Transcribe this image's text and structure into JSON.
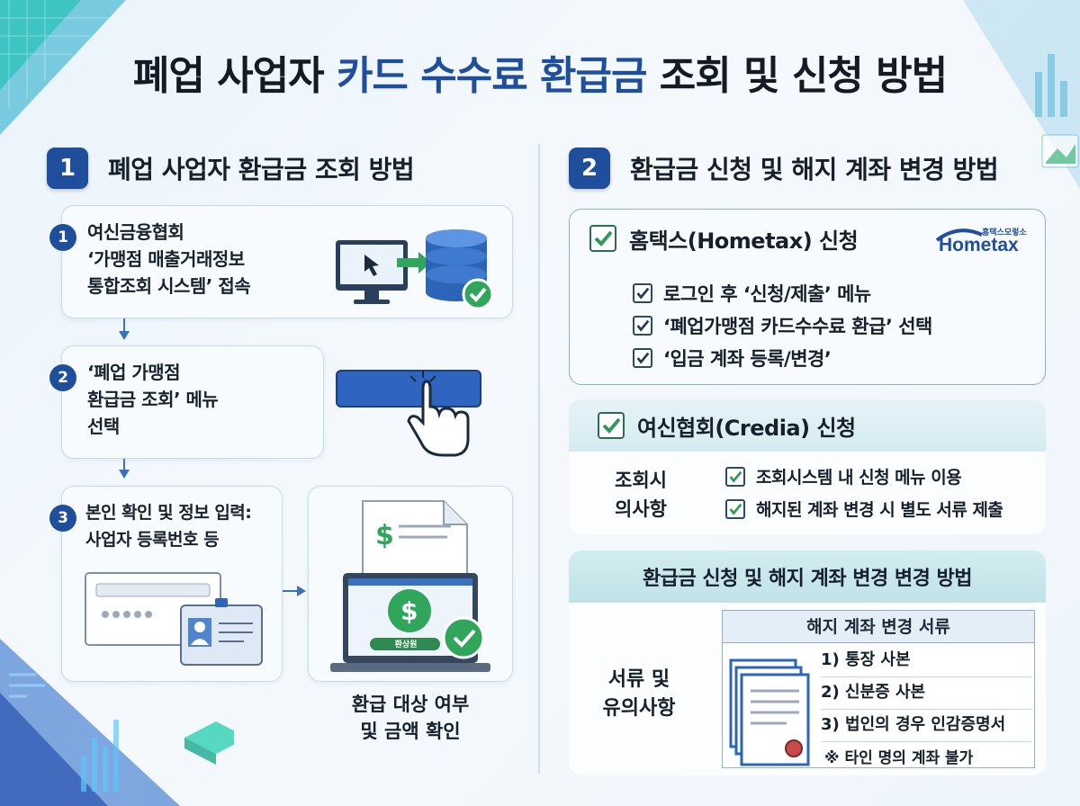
{
  "title": {
    "part1": "폐업 사업자 ",
    "highlight": "카드 수수료 환급금",
    "part2": " 조회 및 신청 방법"
  },
  "colors": {
    "primary": "#1f4f9c",
    "accent_green": "#2f9a5a",
    "teal_head": "#d5ebf1"
  },
  "left": {
    "number": "1",
    "heading": "폐업 사업자 환급금 조회 방법",
    "steps": [
      {
        "number": "1",
        "text": "여신금융협회\n‘가맹점 매출거래정보\n통합조회 시스템’ 접속",
        "icon": "database-check-icon"
      },
      {
        "number": "2",
        "text": "‘폐업 가맹점\n환급금 조회’ 메뉴\n선택",
        "icon": "click-hand-icon"
      },
      {
        "number": "3",
        "text": "본인 확인 및 정보 입력:\n사업자 등록번호 등",
        "icon": "id-card-icon"
      }
    ],
    "laptop_button": "환상원",
    "result_caption": "환급 대상 여부\n및 금액 확인"
  },
  "right": {
    "number": "2",
    "heading": "환급금 신청 및 해지 계좌 변경 방법",
    "hometax": {
      "title": "홈택스(Hometax) 신청",
      "logo_small": "홈택스모렇소",
      "logo_text": "Hometax",
      "items": [
        "로그인 후 ‘신청/제출’ 메뉴",
        "‘폐업가맹점 카드수수료 환급’ 선택",
        "‘입금 계좌 등록/변경’"
      ]
    },
    "credia": {
      "title": "여신협회(Credia) 신청",
      "side_label": "조회시\n의사항",
      "items": [
        "조회시스템 내 신청 메뉴 이용",
        "해지된 계좌 변경 시 별도 서류 제출"
      ]
    },
    "docs": {
      "title": "환급금 신청 및 해지 계좌 변경 변경 방법",
      "side_label": "서류 및\n유의사항",
      "table_header": "해지 계좌 변경 서류",
      "rows": [
        "1) 통장 사본",
        "2) 신분증 사본",
        "3) 법인의 경우 인감증명서"
      ],
      "note": "※ 타인 명의 계좌 불가"
    }
  }
}
